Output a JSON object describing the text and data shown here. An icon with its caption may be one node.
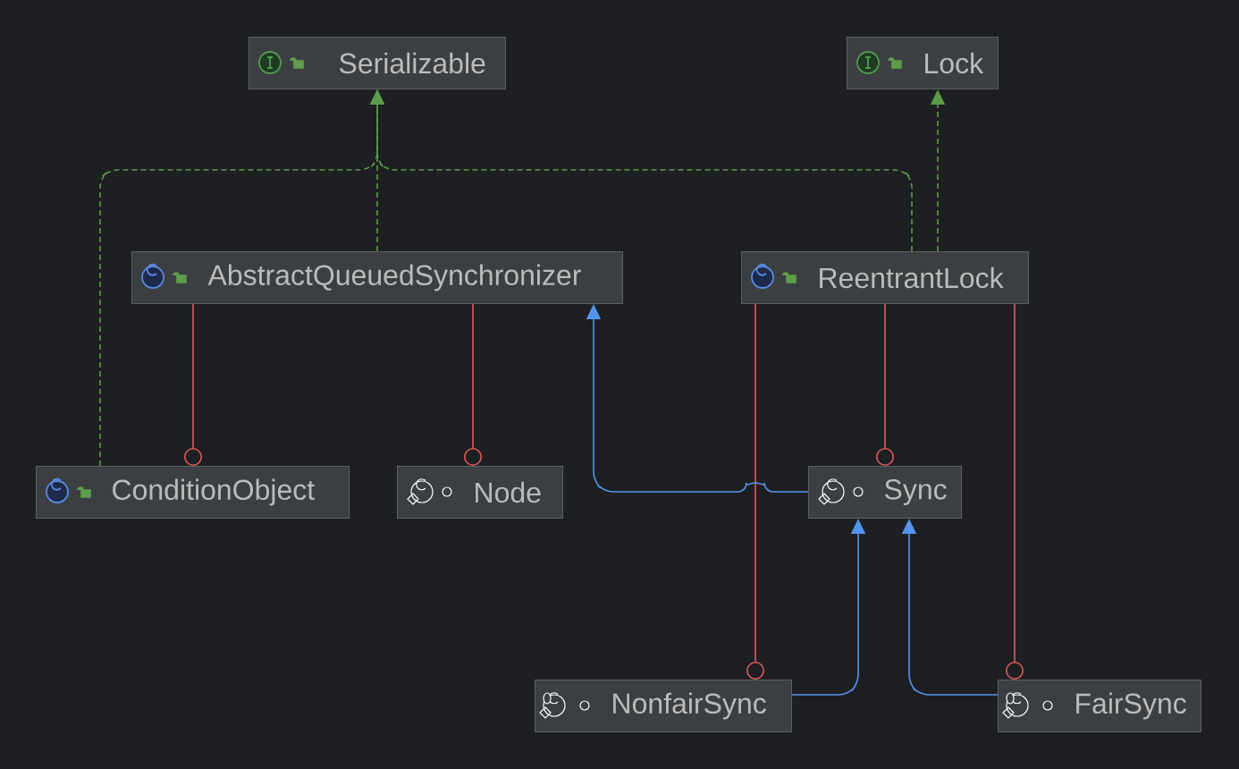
{
  "diagram": {
    "nodes": [
      {
        "text": [
          "Serializable"
        ]
      },
      {
        "text": [
          "Lock"
        ]
      },
      {
        "text": [
          "AbstractQueuedSynchronizer"
        ]
      },
      {
        "text": [
          "ReentrantLock"
        ]
      },
      {
        "text": [
          "ConditionObject"
        ]
      },
      {
        "text": [
          "Node"
        ]
      },
      {
        "text": [
          "Sync"
        ]
      },
      {
        "text": [
          "NonfairSync"
        ]
      },
      {
        "text": [
          "FairSync"
        ]
      }
    ],
    "edges": [
      {
        "from": 4,
        "to": 0,
        "arrow": "to",
        "style": "dashed",
        "color": "#5b9b4a"
      },
      {
        "from": 2,
        "to": 0,
        "arrow": "to",
        "style": "dashed",
        "color": "#5b9b4a"
      },
      {
        "from": 3,
        "to": 0,
        "arrow": "to",
        "style": "dashed",
        "color": "#5b9b4a"
      },
      {
        "from": 3,
        "to": 1,
        "arrow": "to",
        "style": "dashed",
        "color": "#5b9b4a"
      },
      {
        "from": 2,
        "to": 4,
        "arrow": "other"
      },
      {
        "from": 2,
        "to": 5,
        "arrow": "other"
      },
      {
        "from": 3,
        "to": 6,
        "arrow": "other"
      },
      {
        "from": 3,
        "to": 7,
        "arrow": "other"
      },
      {
        "from": 3,
        "to": 8,
        "arrow": "other"
      },
      {
        "from": 6,
        "to": 2,
        "arrow": "to",
        "color": "#5394ec"
      },
      {
        "from": 7,
        "to": 6,
        "arrow": "to",
        "color": "#5394ec"
      },
      {
        "from": 8,
        "to": 6,
        "arrow": "to",
        "color": "#5394ec"
      }
    ]
  }
}
